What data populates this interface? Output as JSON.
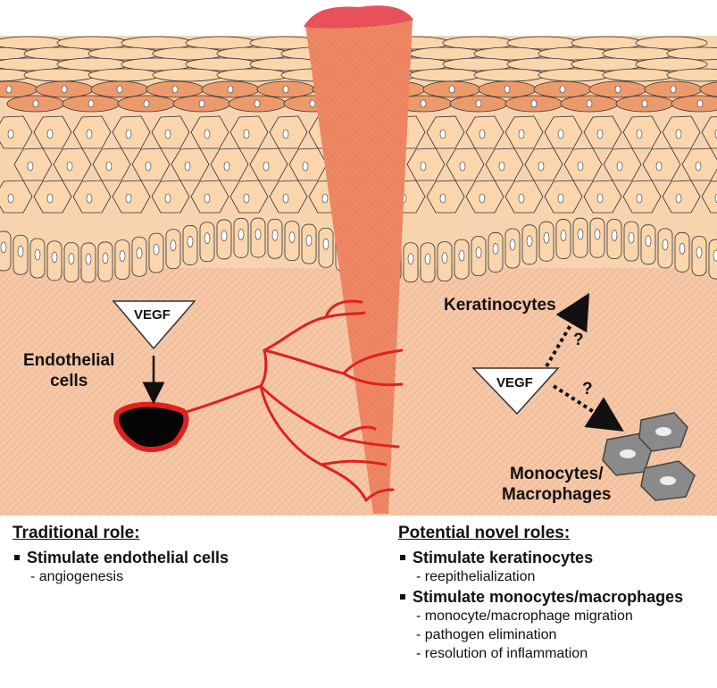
{
  "diagram": {
    "labels": {
      "vegf_left": "VEGF",
      "vegf_right": "VEGF",
      "endothelial": [
        "Endothelial",
        "cells"
      ],
      "keratinocytes": "Keratinocytes",
      "monocytes": [
        "Monocytes/",
        "Macrophages"
      ],
      "question_mark": "?"
    },
    "colors": {
      "dermis": "#f7c8a6",
      "cell_fill": "#fbd6ad",
      "granular_cell": "#ec9a6c",
      "wound": "#ef8765",
      "wound_top": "#e8505a",
      "vessel": "#e0201f",
      "macrophage": "#8a8a8a"
    }
  },
  "traditional": {
    "heading": "Traditional role:",
    "bullet": "Stimulate endothelial cells",
    "subs": [
      "- angiogenesis"
    ]
  },
  "novel": {
    "heading": "Potential novel roles:",
    "bullet1": "Stimulate keratinocytes",
    "subs1": [
      "- reepithelialization"
    ],
    "bullet2": "Stimulate monocytes/macrophages",
    "subs2": [
      "- monocyte/macrophage migration",
      "- pathogen elimination",
      "- resolution of inflammation"
    ]
  }
}
